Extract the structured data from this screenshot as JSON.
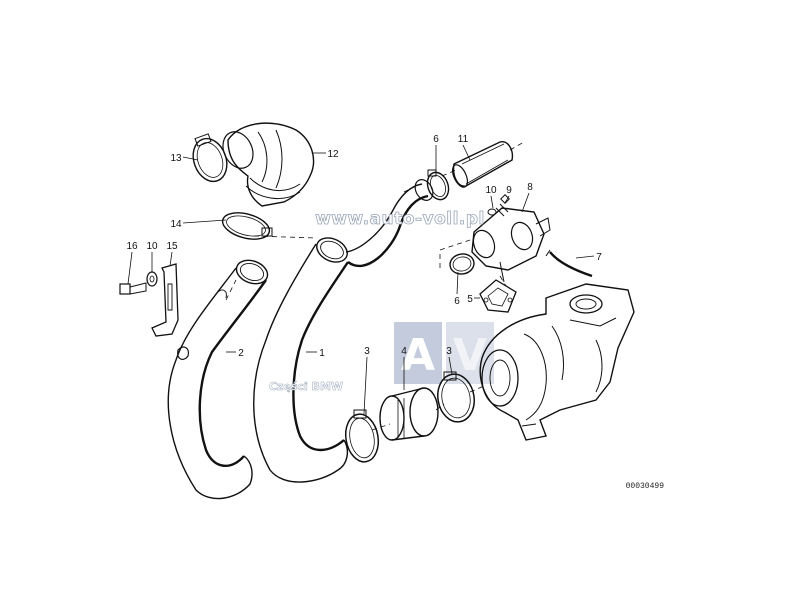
{
  "diagram": {
    "callouts": [
      {
        "id": "c13",
        "label": "13"
      },
      {
        "id": "c12",
        "label": "12"
      },
      {
        "id": "c14",
        "label": "14"
      },
      {
        "id": "c16",
        "label": "16"
      },
      {
        "id": "c10a",
        "label": "10"
      },
      {
        "id": "c15",
        "label": "15"
      },
      {
        "id": "c2",
        "label": "2"
      },
      {
        "id": "c1",
        "label": "1"
      },
      {
        "id": "c3a",
        "label": "3"
      },
      {
        "id": "c4",
        "label": "4"
      },
      {
        "id": "c3b",
        "label": "3"
      },
      {
        "id": "c6a",
        "label": "6"
      },
      {
        "id": "c11",
        "label": "11"
      },
      {
        "id": "c10b",
        "label": "10"
      },
      {
        "id": "c9",
        "label": "9"
      },
      {
        "id": "c8",
        "label": "8"
      },
      {
        "id": "c7",
        "label": "7"
      },
      {
        "id": "c6b",
        "label": "6"
      },
      {
        "id": "c5",
        "label": "5"
      }
    ],
    "reference_number": "00030499"
  },
  "watermark": {
    "url": "www.auto-voll.pl",
    "brand": "Części BMW",
    "logo_left": "A",
    "logo_right": "V"
  }
}
